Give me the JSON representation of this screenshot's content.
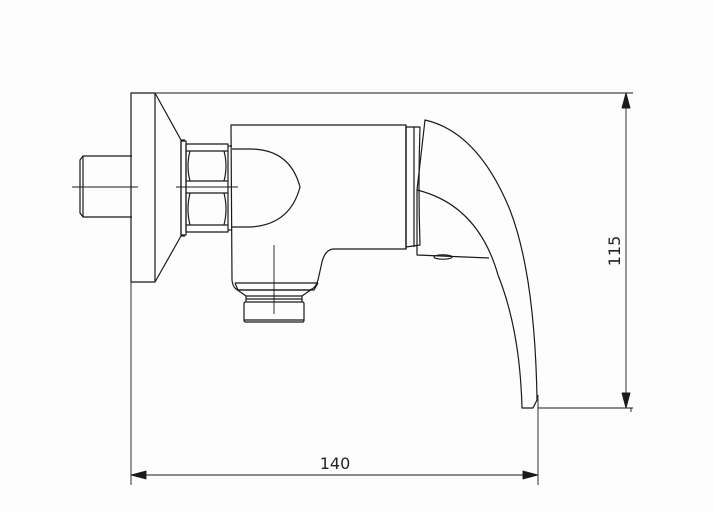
{
  "diagram": {
    "type": "technical-drawing",
    "subject": "wall-mounted single-lever faucet, side view",
    "colors": {
      "line": "#1a1a1a",
      "background": "#fdfdfd"
    },
    "dimensions": {
      "width": {
        "value": "140",
        "orientation": "horizontal"
      },
      "height": {
        "value": "115",
        "orientation": "vertical"
      }
    }
  }
}
